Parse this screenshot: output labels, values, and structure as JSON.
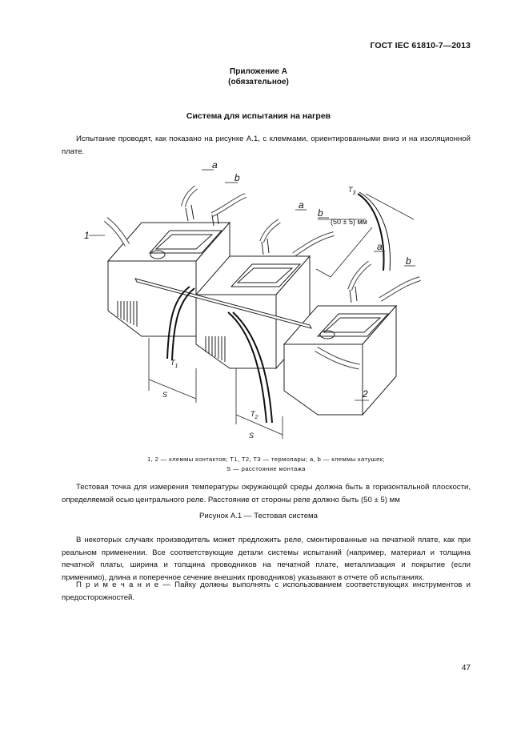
{
  "header": {
    "standard_code": "ГОСТ IEC 61810-7—2013"
  },
  "annex": {
    "title": "Приложение А",
    "status": "(обязательное)"
  },
  "section": {
    "title": "Система для испытания на нагрев"
  },
  "paragraphs": {
    "intro": "Испытание проводят, как показано на рисунке А.1, с клеммами, ориентированными вниз и на изоляционной плате.",
    "test_point": "Тестовая точка для измерения температуры окружающей среды должна быть в горизонтальной плоскости, определяемой осью центрального реле. Расстояние от стороны реле должно быть (50 ± 5) мм",
    "pcb": "В некоторых случаях производитель может предложить реле, смонтированные на печатной плате, как при реальном применении. Все соответствующие детали системы испытаний (например, материал и толщина печатной платы, ширина и толщина проводников на печатной плате, металлизация и покрытие (если применимо), длина и поперечное сечение внешних проводников) указывают в отчете об испытаниях.",
    "note_label": "П р и м е ч а н и е",
    "note_text": " — Пайку должны выполнять с использованием соответствующих инструментов и предосторожностей."
  },
  "figure": {
    "labels": {
      "a": "a",
      "b": "b",
      "one": "1",
      "two": "2",
      "t1": "T",
      "t1_sub": "1",
      "t2": "T",
      "t2_sub": "2",
      "t3": "T",
      "t3_sub": "3",
      "s": "S",
      "distance": "(50 ± 5) мм"
    },
    "legend_line1": "1, 2 — клеммы контактов; T1, T2, T3 — термопары; a, b  — клеммы катушек;",
    "legend_line2": "S — расстояние монтажа",
    "caption": "Рисунок А.1 — Тестовая система"
  },
  "page_number": "47"
}
